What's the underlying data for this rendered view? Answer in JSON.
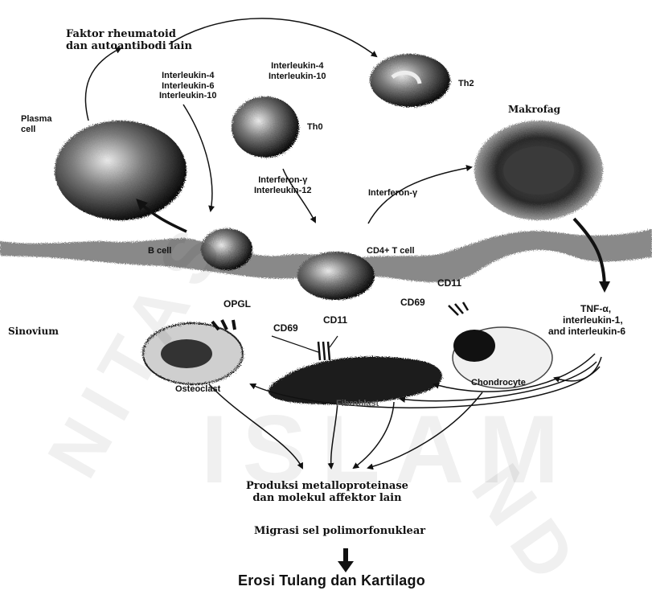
{
  "watermark": {
    "text": "ISLAM",
    "left": "NITAS",
    "right": "ND"
  },
  "labels": {
    "faktor_rheumatoid": [
      "Faktor rheumatoid",
      "dan autoantibodi lain"
    ],
    "interleukins_left": [
      "Interleukin-4",
      "Interleukin-6",
      "Interleukin-10"
    ],
    "interleukins_top": [
      "Interleukin-4",
      "Interleukin-10"
    ],
    "th2": "Th2",
    "th0": "Th0",
    "makrofag": "Makrofag",
    "plasma_cell": [
      "Plasma",
      "cell"
    ],
    "interferon_il12": [
      "Interferon-γ",
      "Interleukin-12"
    ],
    "interferon": "Interferon-γ",
    "b_cell": "B cell",
    "cd4_t_cell": "CD4+ T cell",
    "opgl": "OPGL",
    "cd11_right": "CD11",
    "cd69_right": "CD69",
    "sinovium": "Sinovium",
    "cd69_center": "CD69",
    "cd11_center": "CD11",
    "tnf": [
      "TNF-α,",
      "interleukin-1,",
      "and interleukin-6"
    ],
    "osteoclast": "Osteoclast",
    "fibroblast": "Fibroblast",
    "chondrocyte": "Chondrocyte",
    "produksi": [
      "Produksi metalloproteinase",
      "dan molekul affektor lain"
    ],
    "migrasi": "Migrasi sel polimorfonuklear",
    "erosi": "Erosi Tulang dan Kartilago"
  },
  "colors": {
    "ink": "#111111",
    "cell_dark": "#1a1a1a",
    "cell_light": "#d9d9d9",
    "background": "#ffffff"
  }
}
